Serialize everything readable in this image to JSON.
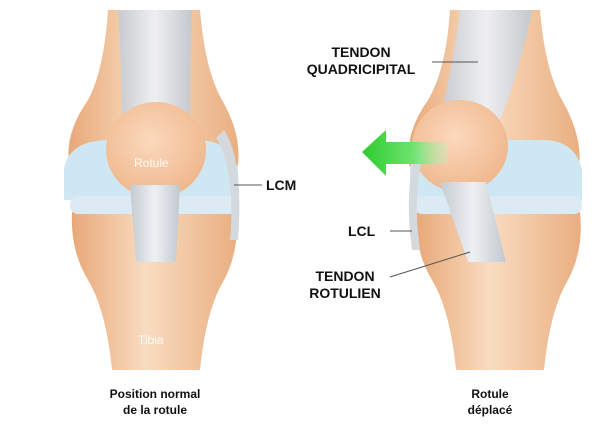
{
  "labels": {
    "tendon_quadricipital_1": "TENDON",
    "tendon_quadricipital_2": "QUADRICIPITAL",
    "lcm": "LCM",
    "lcl": "LCL",
    "tendon_rotulien_1": "TENDON",
    "tendon_rotulien_2": "ROTULIEN",
    "rotule": "Rotule",
    "tibia": "Tibia"
  },
  "captions": {
    "left_1": "Position normal",
    "left_2": "de la rotule",
    "right_1": "Rotule",
    "right_2": "déplacé"
  },
  "colors": {
    "bone": "#f3c9a0",
    "bone_light": "#f9dcc0",
    "cartilage": "#cfe7f3",
    "tendon": "#d9dde2",
    "arrow": "#3fd43f"
  }
}
